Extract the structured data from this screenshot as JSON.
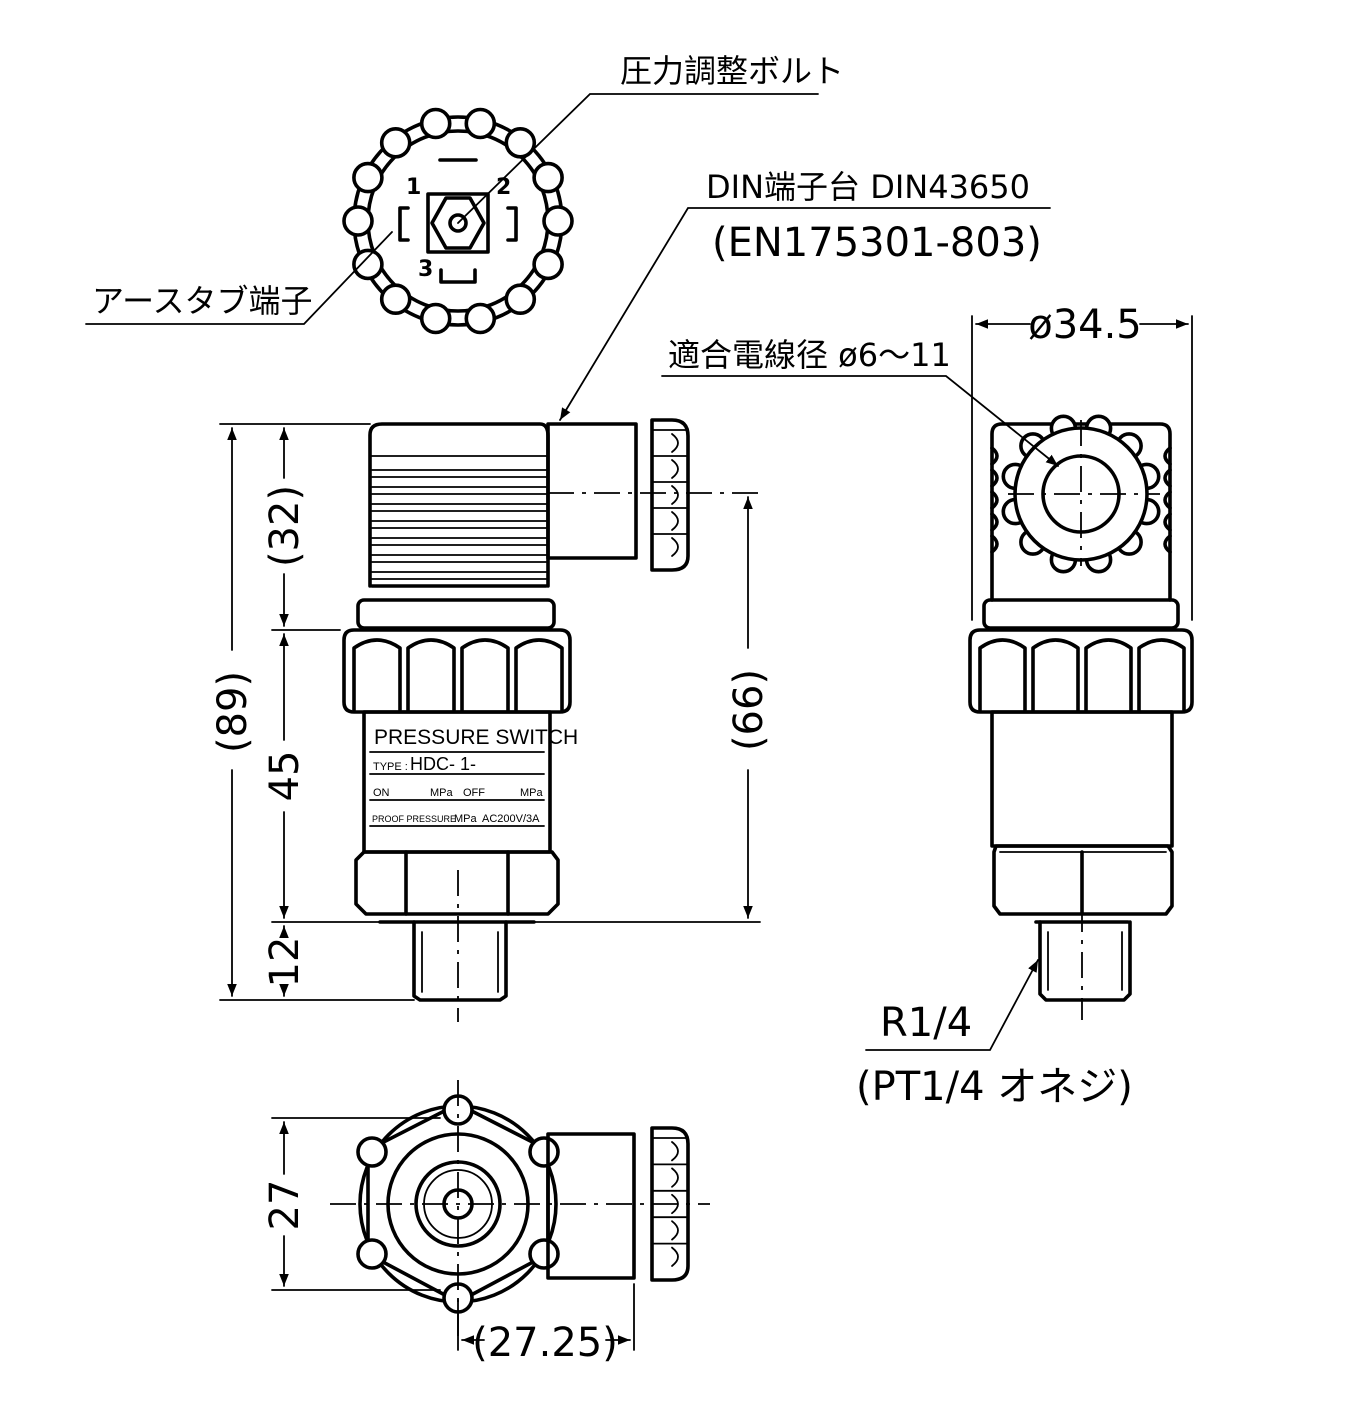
{
  "labels": {
    "adjust_bolt": "圧力調整ボルト",
    "din_terminal": "DIN端子台 DIN43650",
    "din_standard": "(EN175301-803)",
    "earth_tab": "アースタブ端子",
    "cable_dia": "適合電線径 ø6～11",
    "pin1": "1",
    "pin2": "2",
    "pin3": "3",
    "thread": "R1/4",
    "thread_alt": "(PT1/4 オネジ)"
  },
  "dimensions": {
    "dia": "ø34.5",
    "total_height": "(89)",
    "connector_height": "(32)",
    "body_height": "45",
    "thread_length": "12",
    "center_height": "(66)",
    "hex_width": "27",
    "offset": "(27.25)"
  },
  "nameplate": {
    "title": "PRESSURE SWITCH",
    "type_label": "TYPE :",
    "type_value": "HDC- 1-",
    "on_label": "ON",
    "on_unit": "MPa",
    "off_label": "OFF",
    "off_unit": "MPa",
    "proof_label": "PROOF PRESSURE",
    "proof_unit": "MPa",
    "rating": "AC200V/3A"
  }
}
